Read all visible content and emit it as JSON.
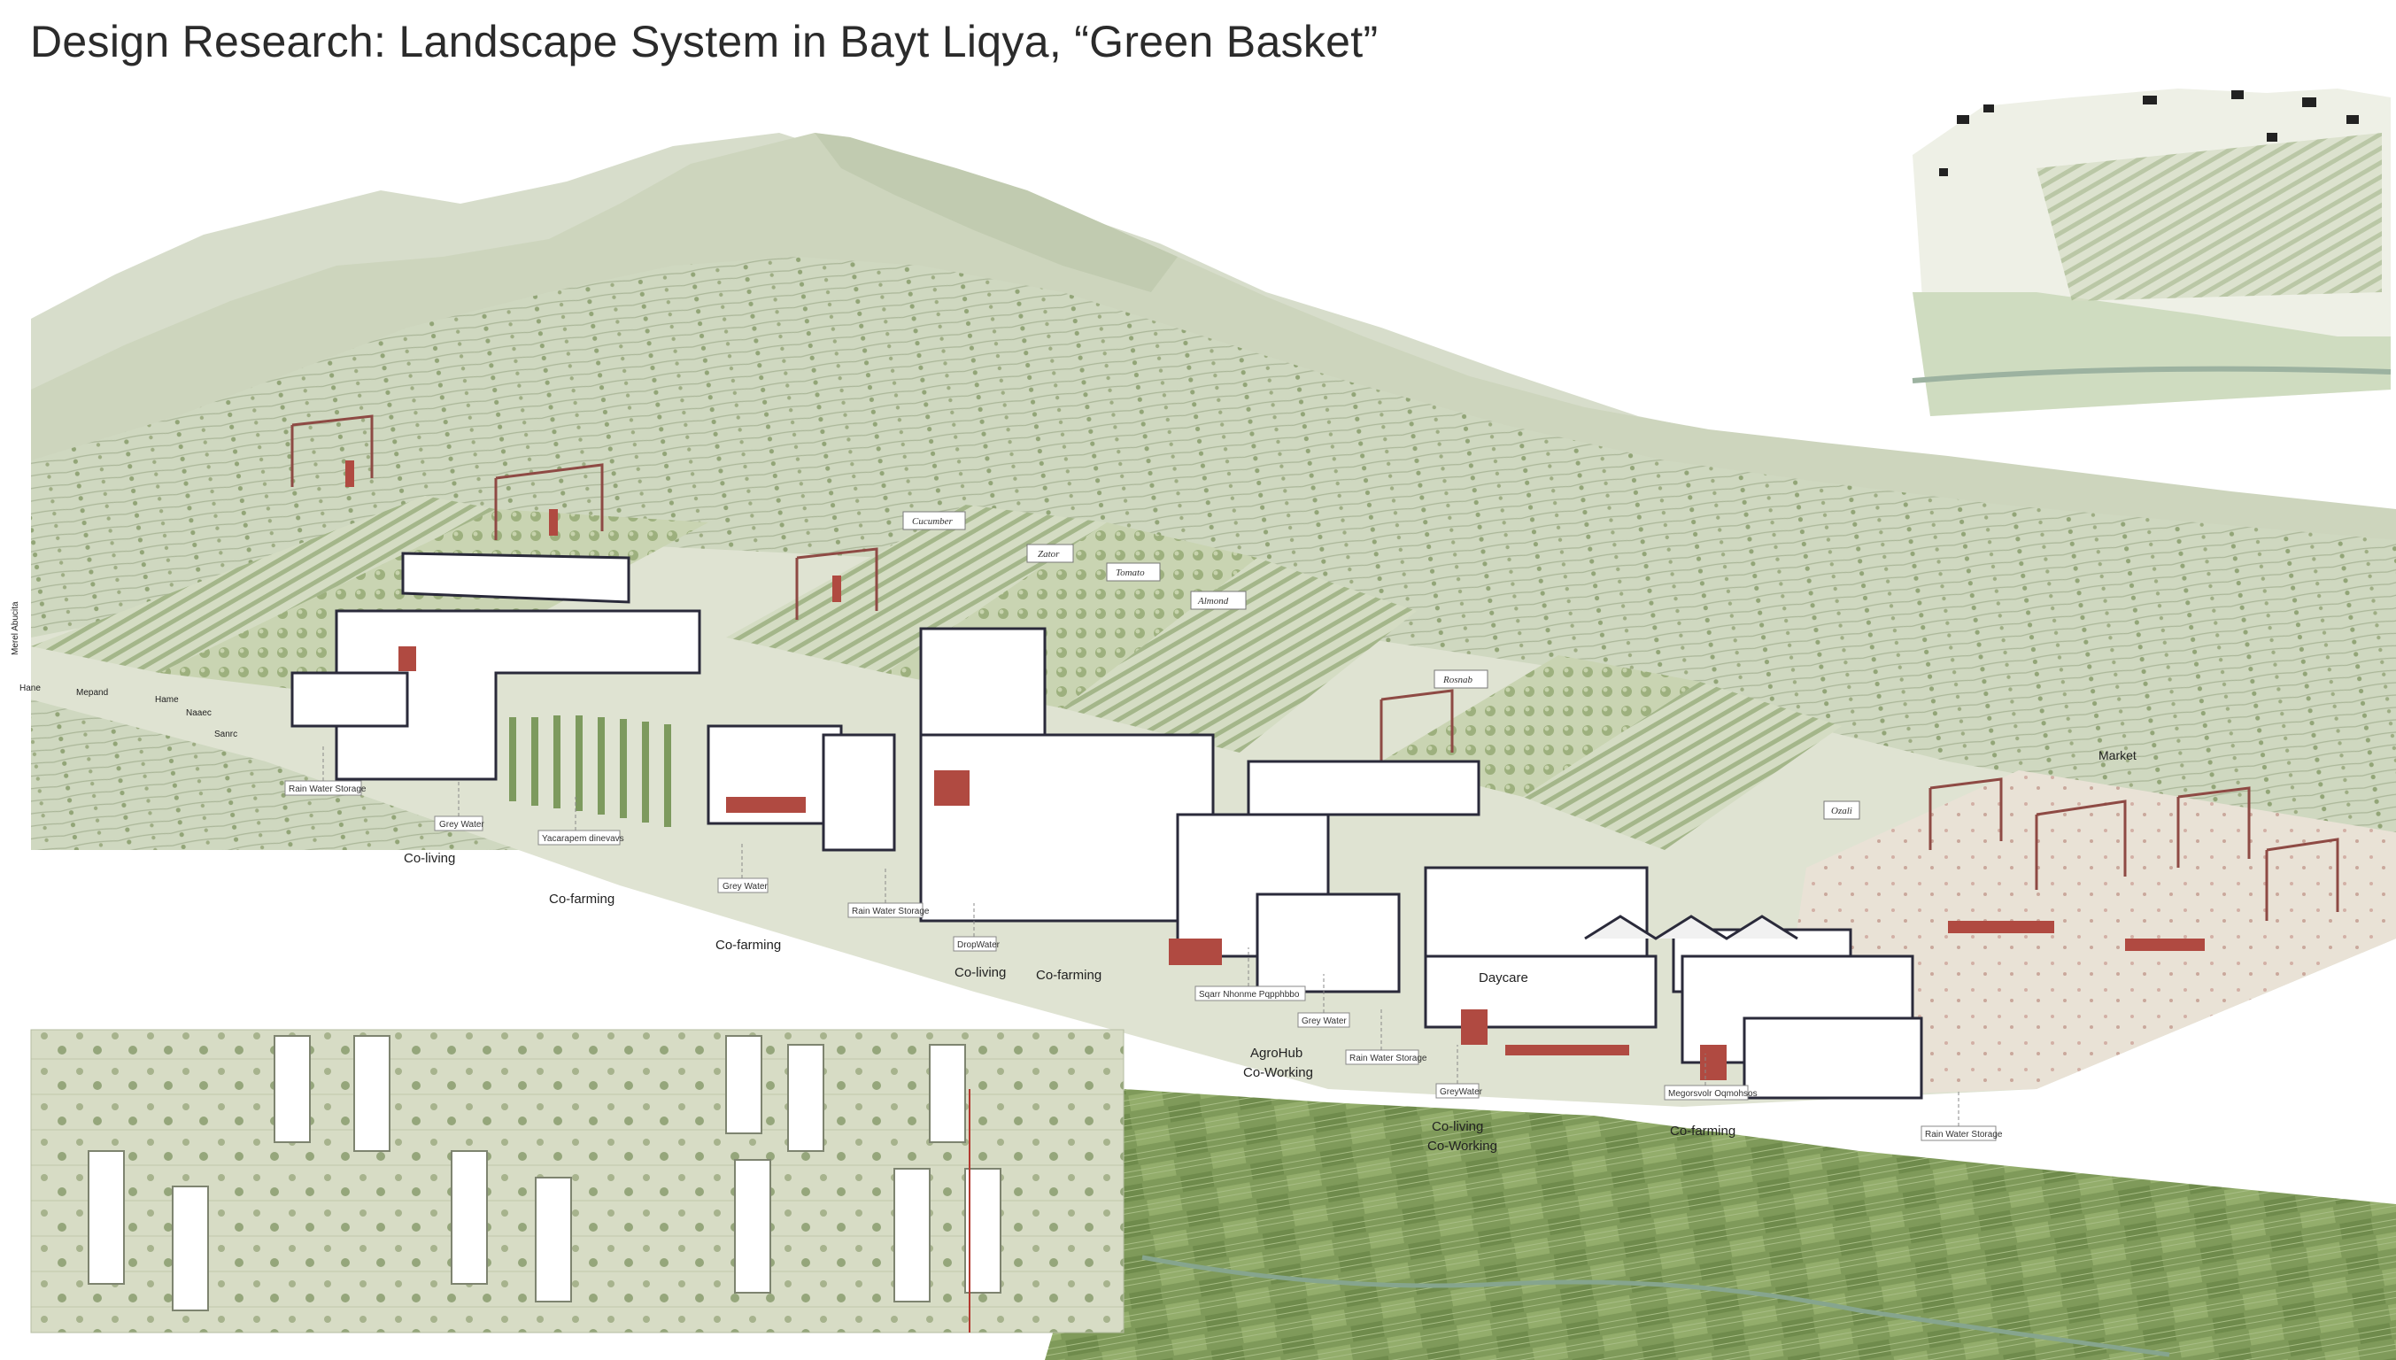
{
  "title": "Design Research: Landscape System in Bayt Liqya, “Green Basket”",
  "side_labels": {
    "vertical": "Merel Abucita",
    "step1": "Hane",
    "step2": "Mepand",
    "step3": "Hame",
    "step4": "Naaec",
    "step5": "Sanrc"
  },
  "crops": {
    "cucumber": "Cucumber",
    "zator": "Zator",
    "tomato": "Tomato",
    "almond": "Almond",
    "rosnab": "Rosnab",
    "ozali": "Ozali",
    "market": "Market"
  },
  "program_labels": {
    "coliving_1": "Co-living",
    "cofarming_1": "Co-farming",
    "cofarming_2": "Co-farming",
    "coliving_2": "Co-living",
    "cofarming_3": "Co-farming",
    "agrohub_1": "AgroHub",
    "agrohub_2": "Co-Working",
    "daycare": "Daycare",
    "coliving_3a": "Co-living",
    "coliving_3b": "Co-Working",
    "cofarming_4": "Co-farming"
  },
  "system_tags": {
    "rain1": "Rain Water Storage",
    "grey1": "Grey Water",
    "yard": "Yacarapem dinevavs",
    "grey2": "Grey Water",
    "rain2": "Rain Water Storage",
    "drop": "DropWater",
    "sqarr": "Sqarr Nhonme Pqpphbbo",
    "grey3": "Grey Water",
    "rain3": "Rain Water Storage",
    "grey4": "GreyWater",
    "megor": "Megorsvolr Oqmohsos",
    "rain4": "Rain Water Storage"
  },
  "colors": {
    "hill": "#cdd5bd",
    "hill_dark": "#b7c2a3",
    "terrace": "#c4cfb0",
    "field_green": "#7f9a5a",
    "building_line": "#2a2a3a",
    "red_accent": "#a8322b",
    "plan_bg": "#d8dcc6"
  }
}
